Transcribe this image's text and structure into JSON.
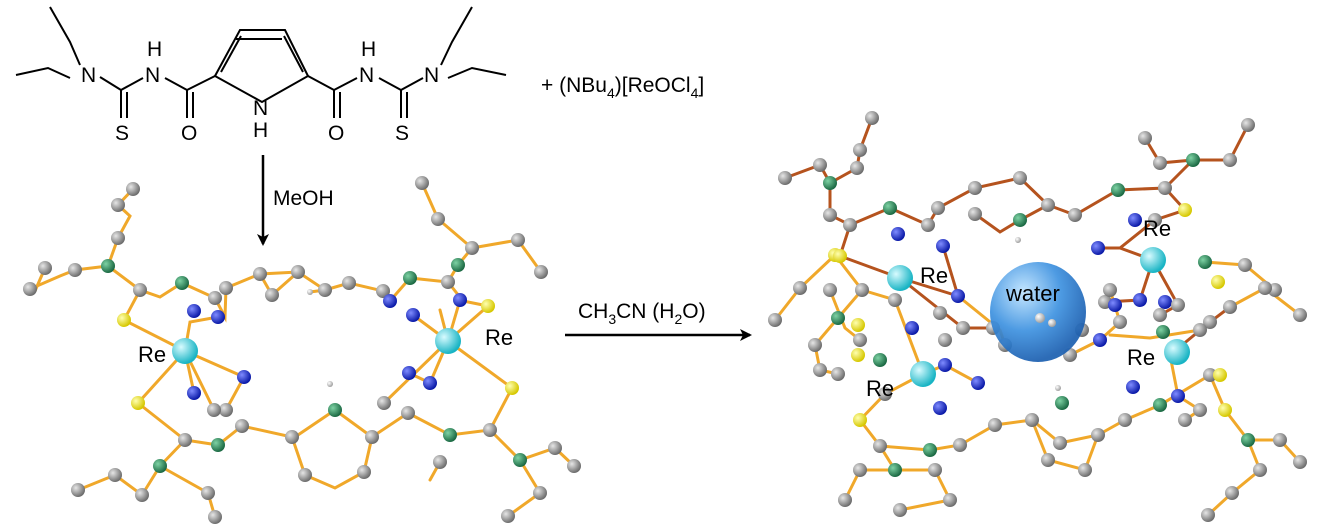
{
  "reagent": {
    "ligand_atoms": {
      "n_left": "N",
      "nh_left_h": "H",
      "nh_left_n": "N",
      "s_left": "S",
      "o_left": "O",
      "nh_center_n": "N",
      "nh_center_h": "H",
      "o_right": "O",
      "nh_right_h": "H",
      "nh_right_n": "N",
      "s_right": "S",
      "n_right": "N"
    },
    "plus_text": "+ (NBu",
    "plus_sub1": "4",
    "plus_mid": ")[ReOCl",
    "plus_sub2": "4",
    "plus_end": "]"
  },
  "step1": {
    "solvent": "MeOH"
  },
  "step2": {
    "part1": "CH",
    "sub1": "3",
    "part2": "CN (H",
    "sub2": "2",
    "part3": "O)"
  },
  "dimer": {
    "re_left": "Re",
    "re_right": "Re"
  },
  "tetramer": {
    "re_top_left": "Re",
    "re_top_right": "Re",
    "re_bottom_left": "Re",
    "re_bottom_right": "Re",
    "guest": "water"
  },
  "colors": {
    "carbon": "#8c8c8c",
    "nitrogen_amide": "#2e8a5e",
    "nitrogen_donor": "#1a2fd6",
    "sulfur": "#f0e51e",
    "rhenium": "#3fd6e0",
    "water": "#2a86d8",
    "bond_dimer": "#f0a82a",
    "bond_tetramer_dark": "#b5531e"
  }
}
